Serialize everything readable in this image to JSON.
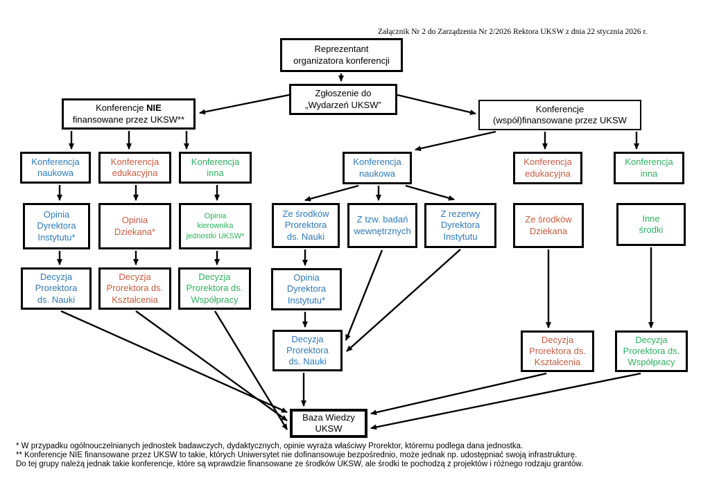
{
  "page": {
    "attachment_note": "Załącznik Nr 2 do Zarządzenia Nr 2/2026  Rektora UKSW z dnia 22 stycznia 2026 r."
  },
  "colors": {
    "science_blue": "#2E79B9",
    "education_red": "#C75B3F",
    "other_green": "#2DB05E",
    "outline_black": "#000000"
  },
  "boxes": {
    "reprezentant": {
      "lines": [
        "Reprezentant",
        "organizatora konferencji"
      ]
    },
    "zgloszenie": {
      "lines": [
        "Zgłoszenie do",
        "„Wydarzeń UKSW”"
      ]
    },
    "konf_nie": {
      "line1_prefix": "Konferencje",
      "line1_bold": "NIE",
      "line2": "finansowane przez UKSW**"
    },
    "konf_wspol": {
      "lines": [
        "Konferencje",
        "(współ)finansowane przez UKSW"
      ]
    },
    "naukowa_nie": {
      "lines": [
        "Konferencja",
        "naukowa"
      ]
    },
    "edukacyjna_nie": {
      "lines": [
        "Konferencja",
        "edukacyjna"
      ]
    },
    "inna_nie": {
      "lines": [
        "Konferencja",
        "inna"
      ]
    },
    "opinia_dyrektora_nie": {
      "lines": [
        "Opinia",
        "Dyrektora",
        "Instytutu*"
      ]
    },
    "opinia_dziekana": {
      "lines": [
        "Opinia",
        "Dziekana*"
      ]
    },
    "opinia_kierownika": {
      "lines": [
        "Opinia",
        "kierownika",
        "jednostki UKSW*"
      ]
    },
    "decyzja_nauki_nie": {
      "lines": [
        "Decyzja",
        "Prorektora",
        "ds. Nauki"
      ]
    },
    "decyzja_ksztalcenia_nie": {
      "lines": [
        "Decyzja",
        "Prorektora ds.",
        "Kształcenia"
      ]
    },
    "decyzja_wspolpracy_nie": {
      "lines": [
        "Decyzja",
        "Prorektora ds.",
        "Współpracy"
      ]
    },
    "naukowa_wspol": {
      "lines": [
        "Konferencja",
        "naukowa"
      ]
    },
    "ze_srodkow_prorektora": {
      "lines": [
        "Ze środków",
        "Prorektora",
        "ds. Nauki"
      ]
    },
    "z_badan": {
      "lines": [
        "Z tzw. badań",
        "wewnętrznych"
      ]
    },
    "z_rezerwy": {
      "lines": [
        "Z rezerwy",
        "Dyrektora",
        "Instytutu"
      ]
    },
    "opinia_dyrektora_wspol": {
      "lines": [
        "Opinia",
        "Dyrektora",
        "Instytutu*"
      ]
    },
    "decyzja_nauki_wspol": {
      "lines": [
        "Decyzja",
        "Prorektora",
        "ds. Nauki"
      ]
    },
    "edukacyjna_wspol": {
      "lines": [
        "Konferencja",
        "edukacyjna"
      ]
    },
    "inna_wspol": {
      "lines": [
        "Konferencja",
        "inna"
      ]
    },
    "ze_srodkow_dziekana": {
      "lines": [
        "Ze środków",
        "Dziekana"
      ]
    },
    "inne_srodki": {
      "lines": [
        "Inne",
        "środki"
      ]
    },
    "decyzja_ksztalcenia_wspol": {
      "lines": [
        "Decyzja",
        "Prorektora ds.",
        "Kształcenia"
      ]
    },
    "decyzja_wspolpracy_wspol": {
      "lines": [
        "Decyzja",
        "Prorektora ds.",
        "Współpracy"
      ]
    },
    "baza_wiedzy": {
      "lines": [
        "Baza Wiedzy",
        "UKSW"
      ]
    }
  },
  "footnotes": {
    "lines": [
      "* W przypadku ogólnouczelnianych jednostek badawczych, dydaktycznych, opinie wyraża właściwy Prorektor, któremu podlega dana jednostka.",
      "** Konferencje NIE finansowane przez UKSW to takie, których Uniwersytet nie dofinansowuje bezpośrednio, może jednak np. udostępniać swoją infrastrukturę.",
      "Do tej grupy należą jednak takie konferencje, które są wprawdzie finansowane ze środków UKSW, ale środki te pochodzą z projektów i różnego rodzaju grantów."
    ]
  }
}
